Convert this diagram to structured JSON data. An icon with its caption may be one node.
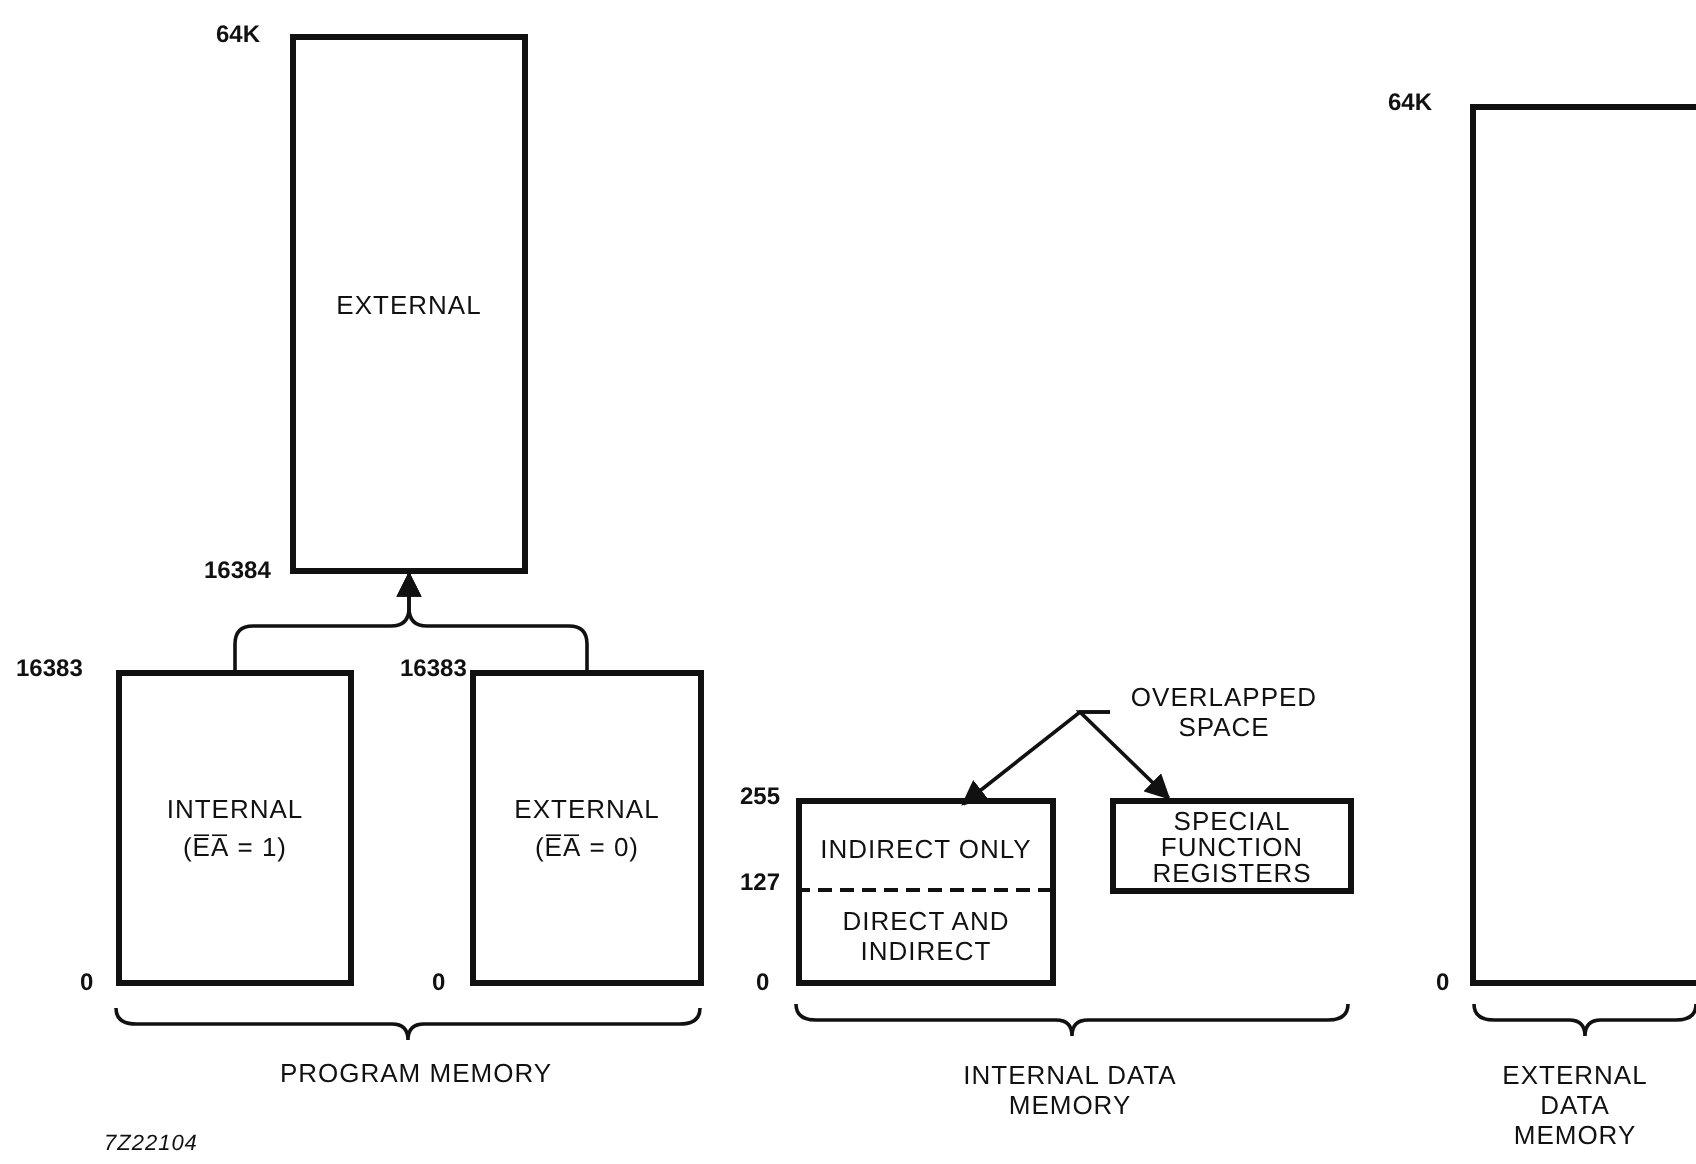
{
  "diagram": {
    "nodes": [
      {
        "text": [
          "EXTERNAL"
        ],
        "beside": [
          "64K",
          "16384"
        ]
      },
      {
        "text": [
          "INTERNAL",
          "(E̅A̅ = 1)"
        ],
        "beside": [
          "16383",
          "0"
        ]
      },
      {
        "text": [
          "EXTERNAL",
          "(E̅A̅ = 0)"
        ],
        "beside": [
          "16383",
          "0"
        ]
      },
      {
        "text": [],
        "shape": "box",
        "beside": [
          "255",
          "127",
          "0"
        ]
      },
      {
        "text": [
          "INDIRECT ONLY"
        ],
        "in": 3
      },
      {
        "text": [
          "DIRECT AND INDIRECT"
        ],
        "in": 3
      },
      {
        "text": [
          "SPECIAL FUNCTION REGISTERS"
        ]
      },
      {
        "text": [
          "OVERLAPPED SPACE"
        ]
      },
      {
        "text": [],
        "shape": "box",
        "beside": [
          "64K",
          "0"
        ]
      }
    ],
    "edges": [
      {
        "from": 1,
        "to": 0,
        "arrow": "to"
      },
      {
        "from": 2,
        "to": 0,
        "arrow": "to"
      },
      {
        "from": 7,
        "to": 4,
        "arrow": "to"
      },
      {
        "from": 7,
        "to": 6,
        "arrow": "to"
      }
    ],
    "labels": [
      "PROGRAM MEMORY",
      "INTERNAL DATA MEMORY",
      "EXTERNAL DATA MEMORY",
      "7Z22104"
    ]
  }
}
